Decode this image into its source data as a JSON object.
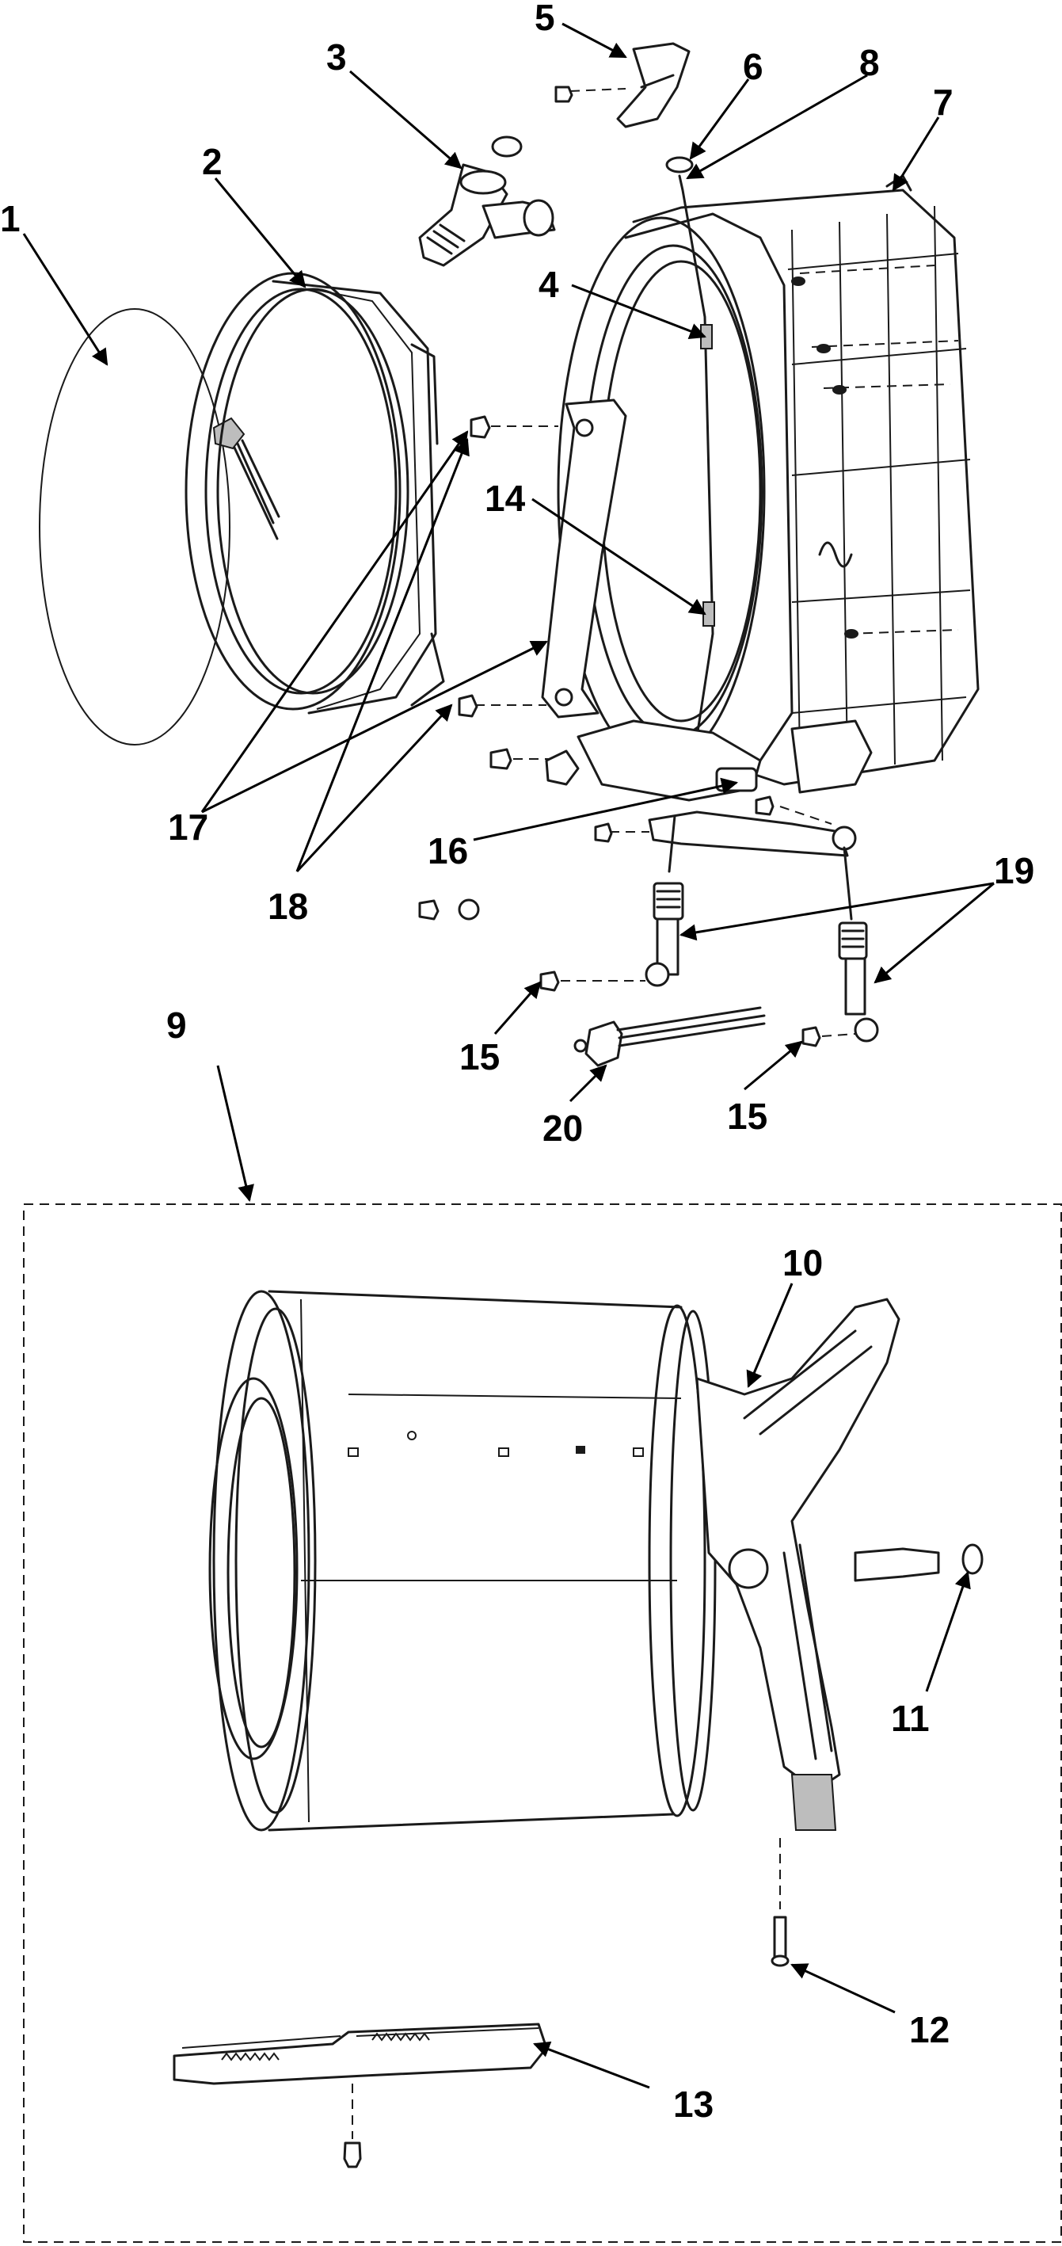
{
  "callouts": {
    "c1": "1",
    "c2": "2",
    "c3": "3",
    "c4": "4",
    "c5": "5",
    "c6": "6",
    "c7": "7",
    "c8": "8",
    "c9": "9",
    "c10": "10",
    "c11": "11",
    "c12": "12",
    "c13": "13",
    "c14": "14",
    "c15a": "15",
    "c15b": "15",
    "c16": "16",
    "c17": "17",
    "c18": "18",
    "c19": "19",
    "c20": "20"
  },
  "colors": {
    "line": "#1a1a1a",
    "background": "#ffffff",
    "shade": "#bdbdbd"
  }
}
